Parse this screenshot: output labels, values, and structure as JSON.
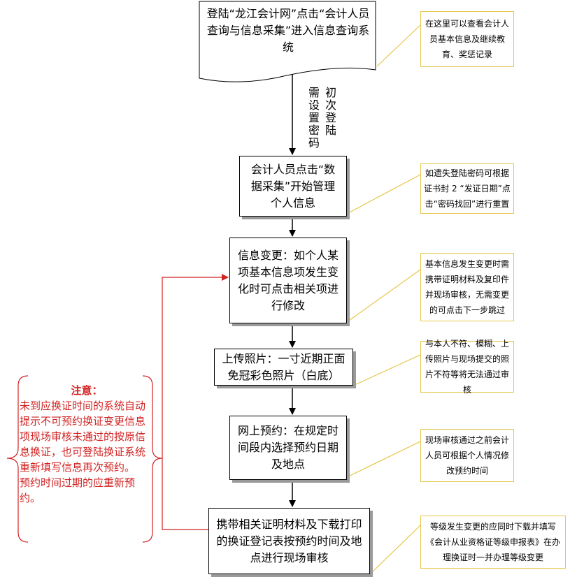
{
  "steps": [
    "登陆“龙江会计网”点击“会计人员查询与信息采集”进入信息查询系统",
    "会计人员点击“数据采集”开始管理个人信息",
    "信息变更：如个人某项基本信息项发生变化时可点击相关项进行修改",
    "上传照片：一寸近期正面免冠彩色照片（白底）",
    "网上预约：在规定时间段内选择预约日期及地点",
    "携带相关证明材料及下载打印的换证登记表按预约时间及地点进行现场审核"
  ],
  "arrow_label_right": "初次登陆",
  "arrow_label_left": "需设置密码",
  "notes": [
    "在这里可以查看会计人员基本信息及继续教育、奖惩记录",
    "如遗失登陆密码可根据证书封 2 “发证日期”点击“密码找回”进行重置",
    "基本信息发生变更时需携带证明材料及复印件并现场审核，无需变更的可点击下一步跳过",
    "与本人不符、模糊、上传照片与现场提交的照片不符等将无法通过审核",
    "现场审核通过之前会计人员可根据个人情况修改预约时间",
    "等级发生变更的应同时下载并填写《会计从业资格证等级申报表》在办理换证时一并办理等级变更"
  ],
  "attention": {
    "title": "注意：",
    "para1": "未到应换证时间的系统自动提示不可预约换证变更信息项现场审核未通过的按原信息换证，也可登陆换证系统重新填写信息再次预约。",
    "para2": "预约时间过期的应重新预约。"
  },
  "colors": {
    "note_border": "#e6c64a",
    "attention_red": "#d22222",
    "shadow": "#9a9a9a"
  }
}
